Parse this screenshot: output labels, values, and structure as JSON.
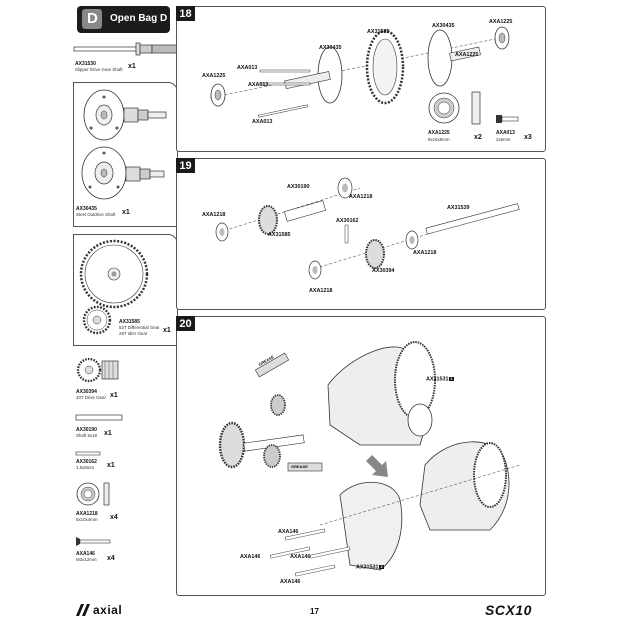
{
  "header": {
    "bag_letter": "D",
    "title": "Open Bag D"
  },
  "left_parts": {
    "shaft": {
      "part_no": "AX31530",
      "name": "Slipper Drive Gear Shaft",
      "qty": "x1"
    },
    "outdrive": {
      "part_no": "AX30435",
      "name": "Steel Outdrive Shaft",
      "qty": "x1"
    },
    "gear": {
      "part_no": "AX31585",
      "name_line1": "52T Differential Gear",
      "name_line2": "28T Idler Gear",
      "qty": "x1"
    },
    "drive_gear": {
      "part_no": "AX30394",
      "name": "20T Drive Gear",
      "qty": "x1"
    },
    "shaft2": {
      "part_no": "AX30190",
      "name": "Shaft 5x18",
      "qty": "x1"
    },
    "pin": {
      "part_no": "AX30162",
      "name": "1.5x8mm",
      "qty": "x1"
    },
    "bearing": {
      "part_no": "AXA1218",
      "name": "5x10x4mm",
      "qty": "x4"
    },
    "screw": {
      "part_no": "AXA146",
      "name": "M3x12mm",
      "qty": "x4"
    }
  },
  "step18": {
    "number": "18",
    "labels": [
      "AXA1225",
      "AX30435",
      "AX31585",
      "AX30435",
      "AXA1225",
      "AXA013",
      "AXA013",
      "AXA013",
      "AXA1225"
    ],
    "hardware": [
      {
        "part_no": "AXA1225",
        "name": "8x16x5mm",
        "qty": "x2"
      },
      {
        "part_no": "AXA013",
        "name": "2x6mm",
        "qty": "x3"
      }
    ]
  },
  "step19": {
    "number": "19",
    "labels": [
      "AX30190",
      "AXA1218",
      "AXA1218",
      "AX31585",
      "AX30162",
      "AX31539",
      "AXA1218",
      "AX30394",
      "AXA1218"
    ]
  },
  "step20": {
    "number": "20",
    "callout_top": "AX31531",
    "callout_top_badge": "1",
    "callout_bottom": "AX31531",
    "callout_bottom_badge": "2",
    "grease_label": "GREASE",
    "screws": [
      "AXA146",
      "AXA146",
      "AXA146",
      "AXA146"
    ]
  },
  "footer": {
    "brand": "axial",
    "page_number": "17",
    "model": "SCX10"
  }
}
